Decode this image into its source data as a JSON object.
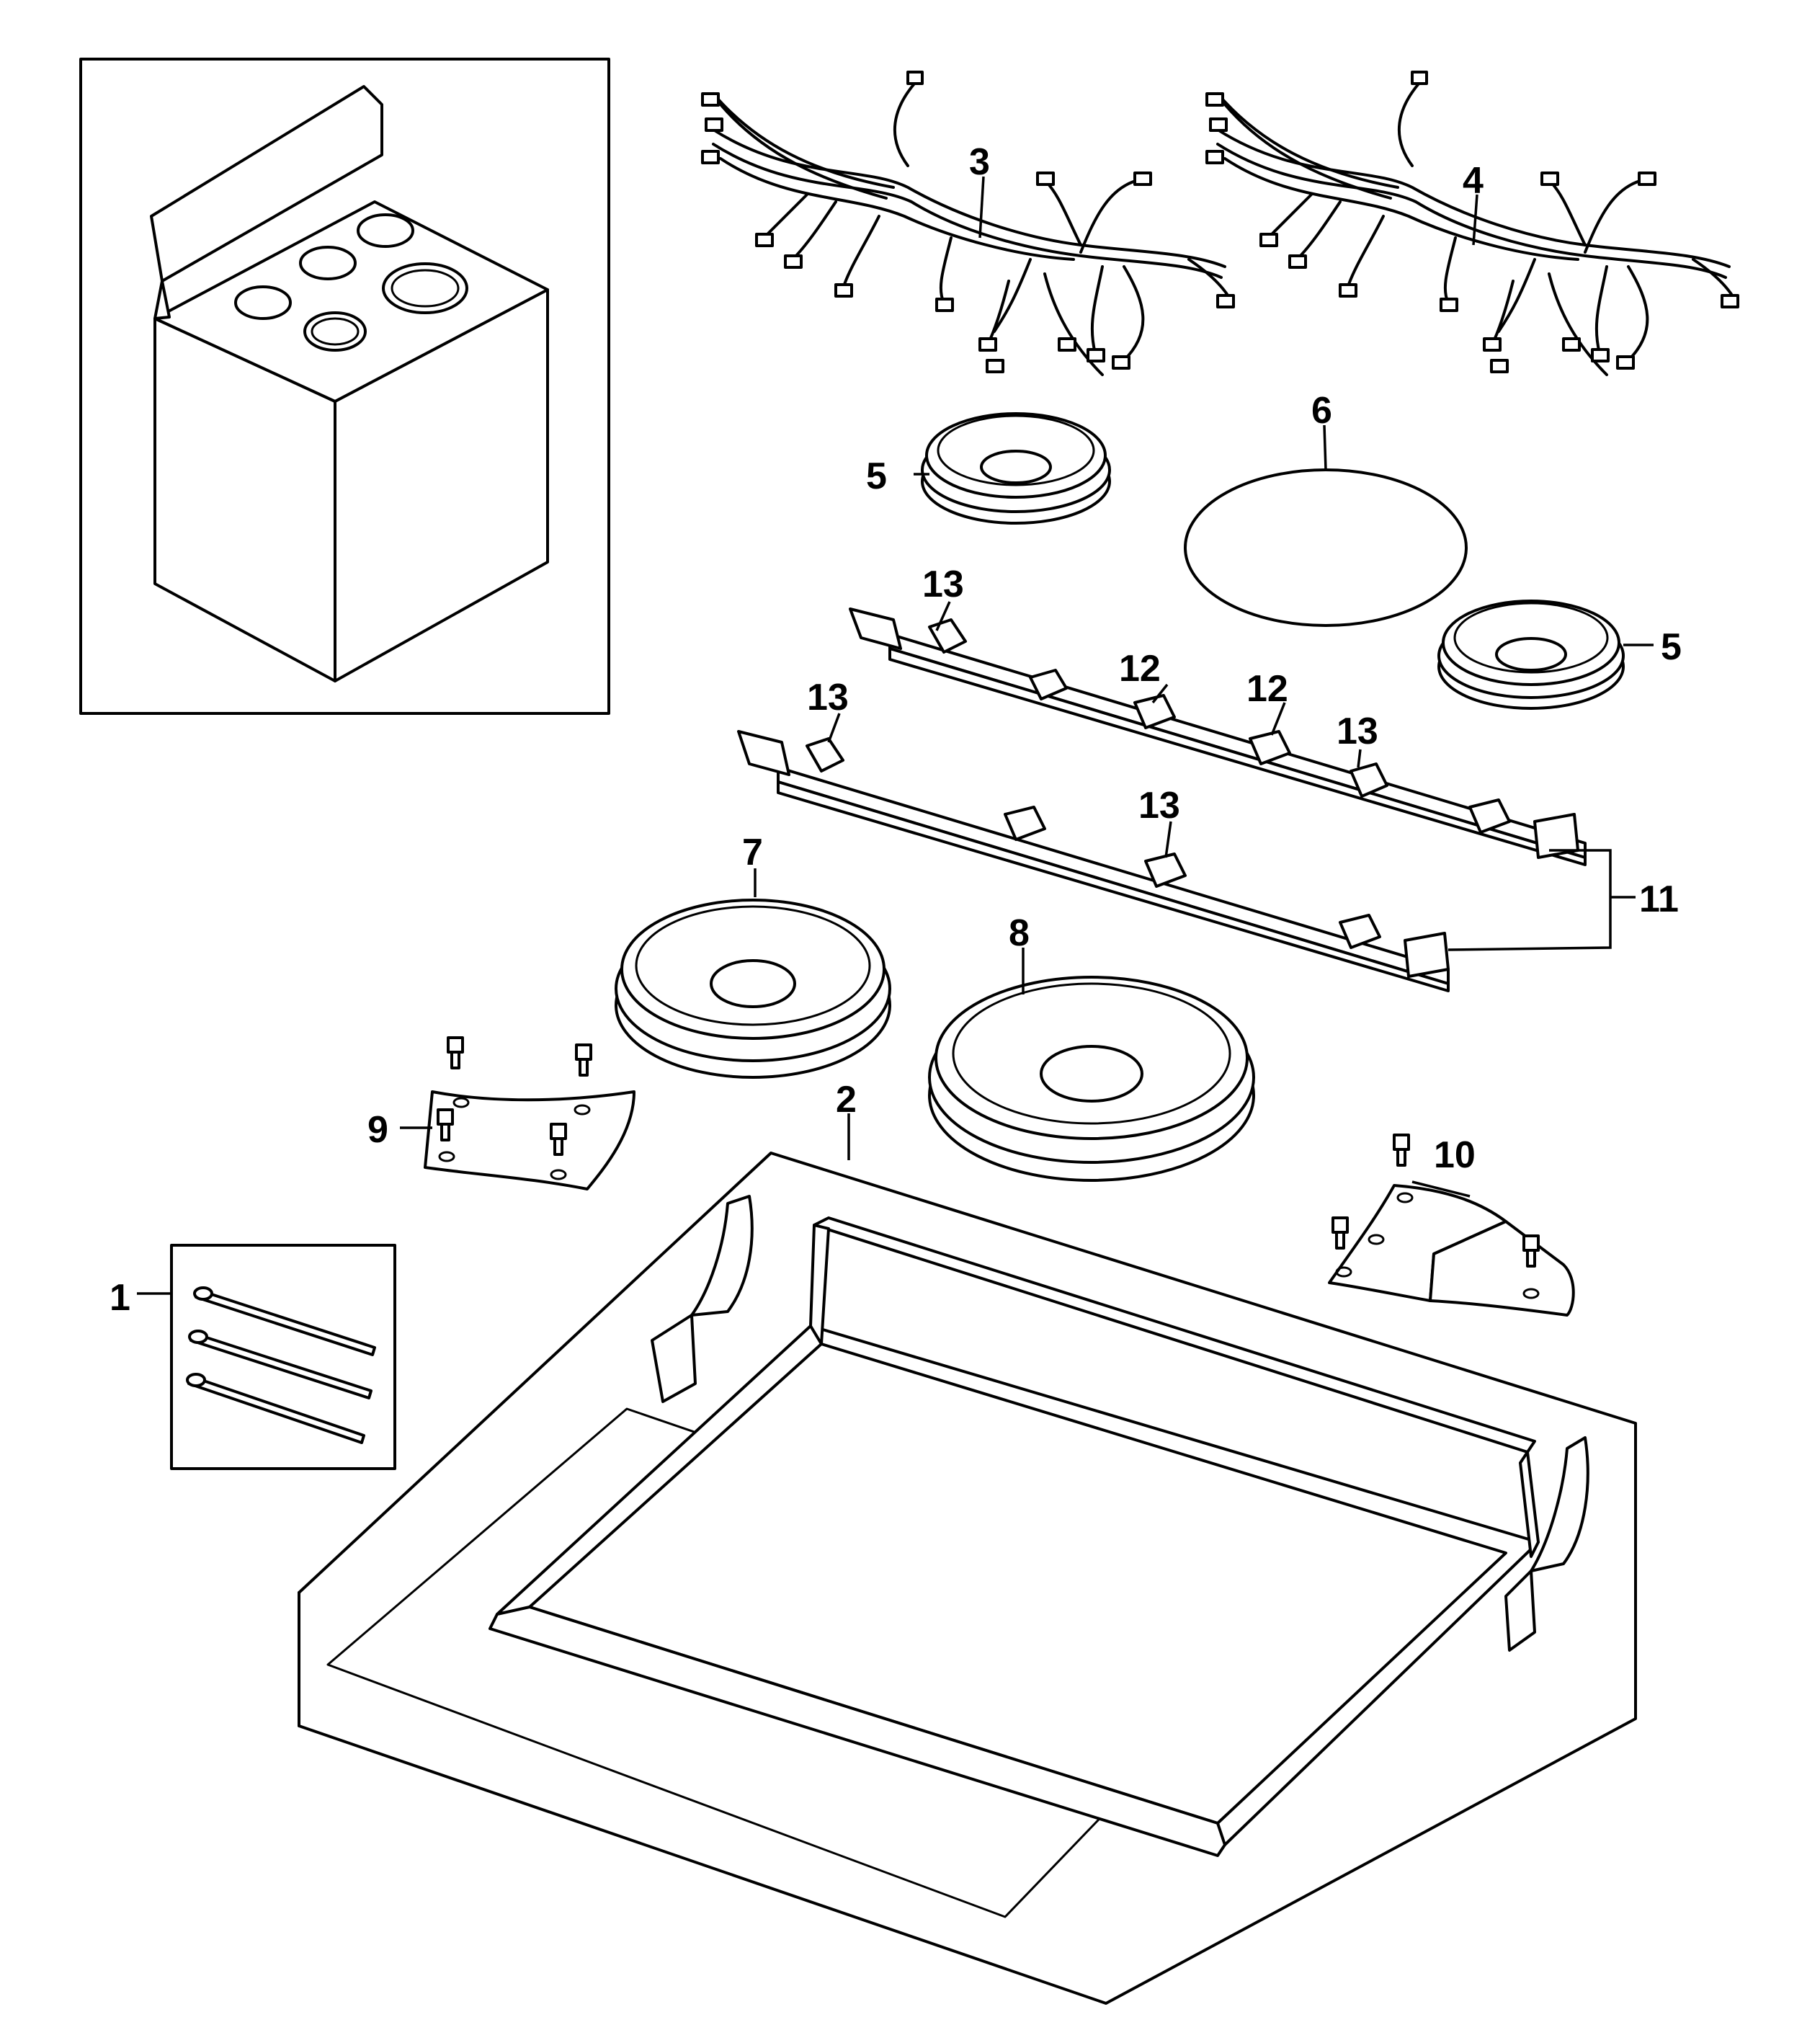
{
  "callouts": [
    {
      "id": "1",
      "label": "1"
    },
    {
      "id": "2",
      "label": "2"
    },
    {
      "id": "3",
      "label": "3"
    },
    {
      "id": "4",
      "label": "4"
    },
    {
      "id": "5a",
      "label": "5"
    },
    {
      "id": "5b",
      "label": "5"
    },
    {
      "id": "6",
      "label": "6"
    },
    {
      "id": "7",
      "label": "7"
    },
    {
      "id": "8",
      "label": "8"
    },
    {
      "id": "9",
      "label": "9"
    },
    {
      "id": "10",
      "label": "10"
    },
    {
      "id": "11",
      "label": "11"
    },
    {
      "id": "12a",
      "label": "12"
    },
    {
      "id": "12b",
      "label": "12"
    },
    {
      "id": "13a",
      "label": "13"
    },
    {
      "id": "13b",
      "label": "13"
    },
    {
      "id": "13c",
      "label": "13"
    },
    {
      "id": "13d",
      "label": "13"
    }
  ],
  "colors": {
    "line": "#000000",
    "background": "#ffffff"
  }
}
